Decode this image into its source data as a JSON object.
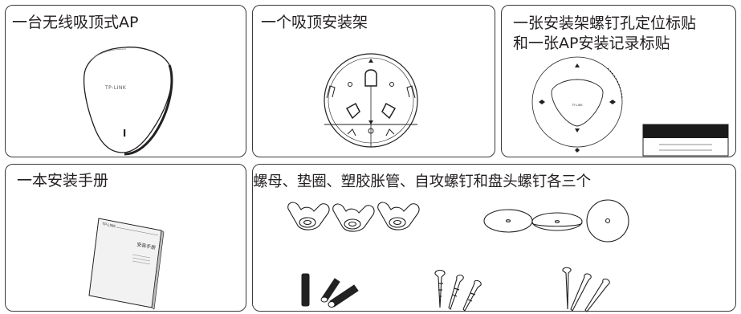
{
  "panels": {
    "ap": {
      "title": "一台无线吸顶式AP",
      "logo": "TP-LINK"
    },
    "bracket": {
      "title": "一个吸顶安装架"
    },
    "labels": {
      "title": "一张安装架螺钉孔定位标贴和一张AP安装记录标贴",
      "logo": "TP-LINK"
    },
    "manual": {
      "title": "一本安装手册",
      "logo": "TP-LINK",
      "cover_title": "安装手册"
    },
    "hardware": {
      "title": "螺母、垫圈、塑胶胀管、自攻螺钉和盘头螺钉各三个"
    }
  },
  "colors": {
    "border": "#3a3a3a",
    "line": "#231f20",
    "fill_dark": "#1a1a1a"
  },
  "icons": [
    "wireless-ceiling-ap-icon",
    "ceiling-bracket-icon",
    "positioning-sticker-icon",
    "record-sticker-icon",
    "manual-book-icon",
    "wing-nut-icon",
    "washer-icon",
    "wall-anchor-icon",
    "self-tapping-screw-icon",
    "pan-head-screw-icon"
  ]
}
